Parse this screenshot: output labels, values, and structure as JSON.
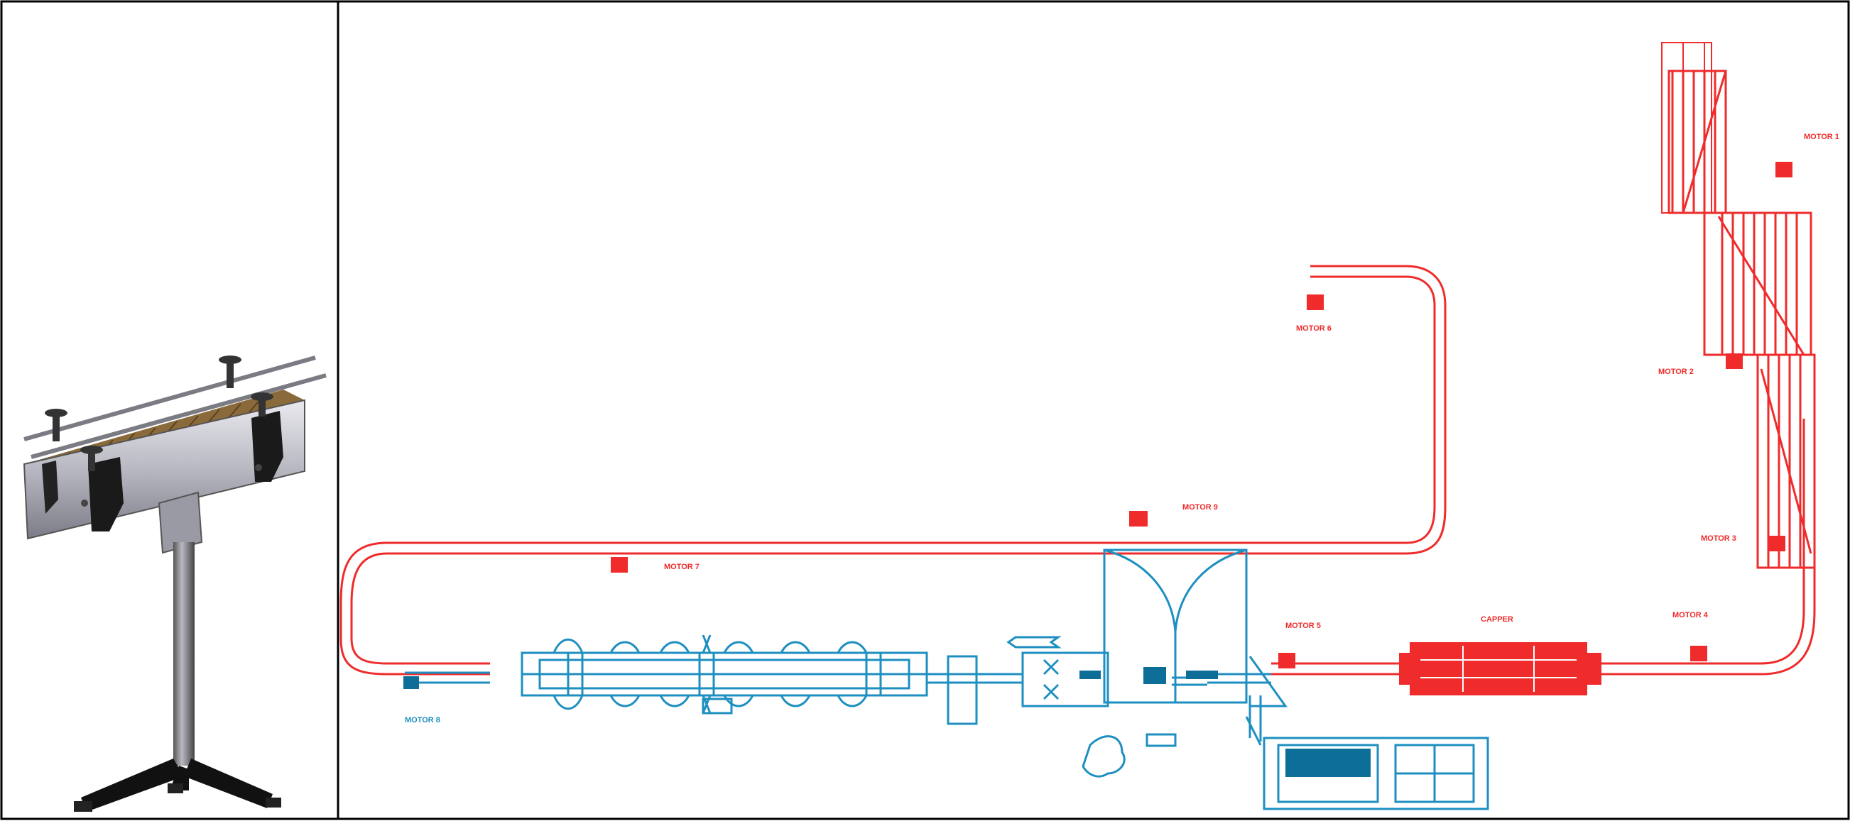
{
  "layout_colors": {
    "border": "#000000",
    "red": "#ef2b2b",
    "blue": "#1e8fc0",
    "dark_blue": "#0d6f97"
  },
  "product_image": {
    "icon": "conveyor-on-stand-icon",
    "description_hidden": true
  },
  "labels": {
    "motor1": "MOTOR 1",
    "motor2": "MOTOR 2",
    "motor3": "MOTOR 3",
    "motor4": "MOTOR 4",
    "motor5": "MOTOR 5",
    "motor6": "MOTOR 6",
    "motor7": "MOTOR 7",
    "motor8": "MOTOR 8",
    "motor9": "MOTOR 9",
    "machine_red": "CAPPER"
  }
}
